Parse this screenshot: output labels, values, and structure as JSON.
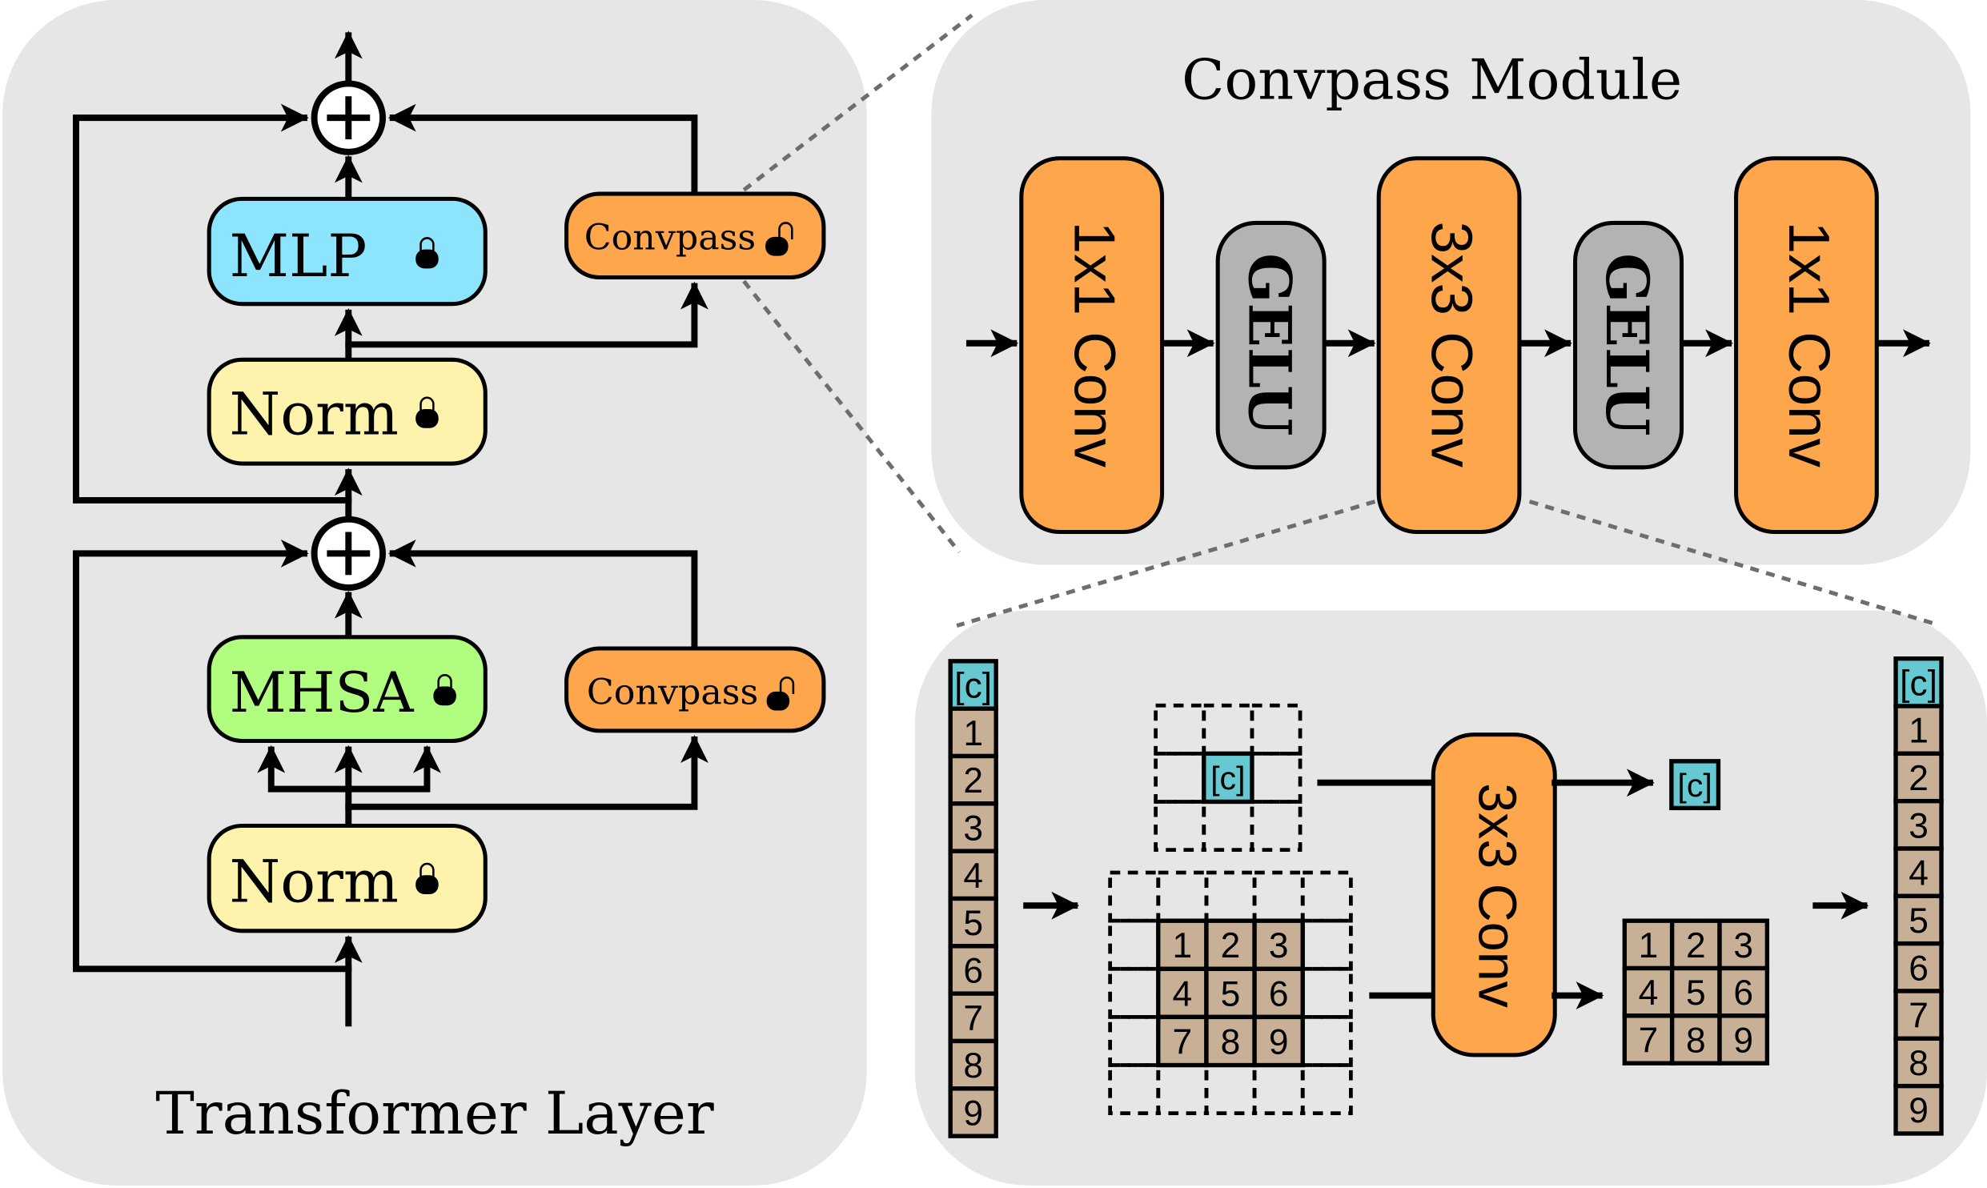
{
  "colors": {
    "panel_bg": "#e6e6e6",
    "mlp": "#8de5fd",
    "norm": "#fdf3ad",
    "mhsa": "#b1fd7f",
    "convpass": "#fea64b",
    "gelu": "#b3b3b3",
    "cls_token": "#66c9d1",
    "patch_token": "#c8b097",
    "connector": "#6e6e6e"
  },
  "transformer_layer": {
    "title": "Transformer Layer",
    "blocks": {
      "mlp": {
        "label": "MLP",
        "icon": "lock-closed-icon",
        "trainable": false
      },
      "norm_top": {
        "label": "Norm",
        "icon": "lock-closed-icon",
        "trainable": false
      },
      "mhsa": {
        "label": "MHSA",
        "icon": "lock-closed-icon",
        "trainable": false
      },
      "norm_bottom": {
        "label": "Norm",
        "icon": "lock-closed-icon",
        "trainable": false
      },
      "convpass_top": {
        "label": "Convpass",
        "icon": "lock-open-icon",
        "trainable": true
      },
      "convpass_bottom": {
        "label": "Convpass",
        "icon": "lock-open-icon",
        "trainable": true
      }
    },
    "add_symbol": "+"
  },
  "convpass_module": {
    "title": "Convpass Module",
    "stages": [
      {
        "label": "1x1 Conv",
        "kind": "conv"
      },
      {
        "label": "GELU",
        "kind": "activation"
      },
      {
        "label": "3x3 Conv",
        "kind": "conv"
      },
      {
        "label": "GELU",
        "kind": "activation"
      },
      {
        "label": "1x1 Conv",
        "kind": "conv"
      }
    ]
  },
  "conv_detail": {
    "input_tokens": [
      "[c]",
      "1",
      "2",
      "3",
      "4",
      "5",
      "6",
      "7",
      "8",
      "9"
    ],
    "cls_grid_token": "[c]",
    "patch_grid": [
      "1",
      "2",
      "3",
      "4",
      "5",
      "6",
      "7",
      "8",
      "9"
    ],
    "conv_label": "3x3 Conv",
    "cls_output": "[c]",
    "patch_output": [
      "1",
      "2",
      "3",
      "4",
      "5",
      "6",
      "7",
      "8",
      "9"
    ],
    "output_tokens": [
      "[c]",
      "1",
      "2",
      "3",
      "4",
      "5",
      "6",
      "7",
      "8",
      "9"
    ]
  }
}
